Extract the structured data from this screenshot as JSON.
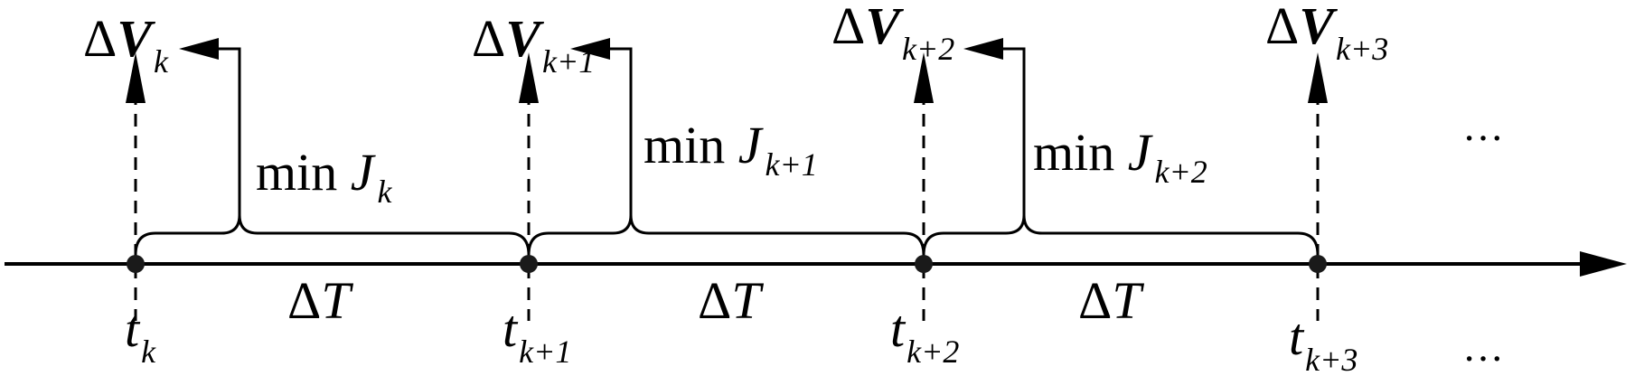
{
  "impulses": [
    {
      "delta": "Δ",
      "symbol": "V",
      "sub": "k"
    },
    {
      "delta": "Δ",
      "symbol": "V",
      "sub": "k+1"
    },
    {
      "delta": "Δ",
      "symbol": "V",
      "sub": "k+2"
    },
    {
      "delta": "Δ",
      "symbol": "V",
      "sub": "k+3"
    }
  ],
  "objectives": [
    {
      "op": "min ",
      "symbol": "J",
      "sub": "k"
    },
    {
      "op": "min ",
      "symbol": "J",
      "sub": "k+1"
    },
    {
      "op": "min ",
      "symbol": "J",
      "sub": "k+2"
    }
  ],
  "intervals": [
    {
      "delta": "Δ",
      "symbol": "T"
    },
    {
      "delta": "Δ",
      "symbol": "T"
    },
    {
      "delta": "Δ",
      "symbol": "T"
    }
  ],
  "times": [
    {
      "symbol": "t",
      "sub": "k"
    },
    {
      "symbol": "t",
      "sub": "k+1"
    },
    {
      "symbol": "t",
      "sub": "k+2"
    },
    {
      "symbol": "t",
      "sub": "k+3"
    }
  ],
  "ellipsis_top": "···",
  "ellipsis_bottom": "···"
}
